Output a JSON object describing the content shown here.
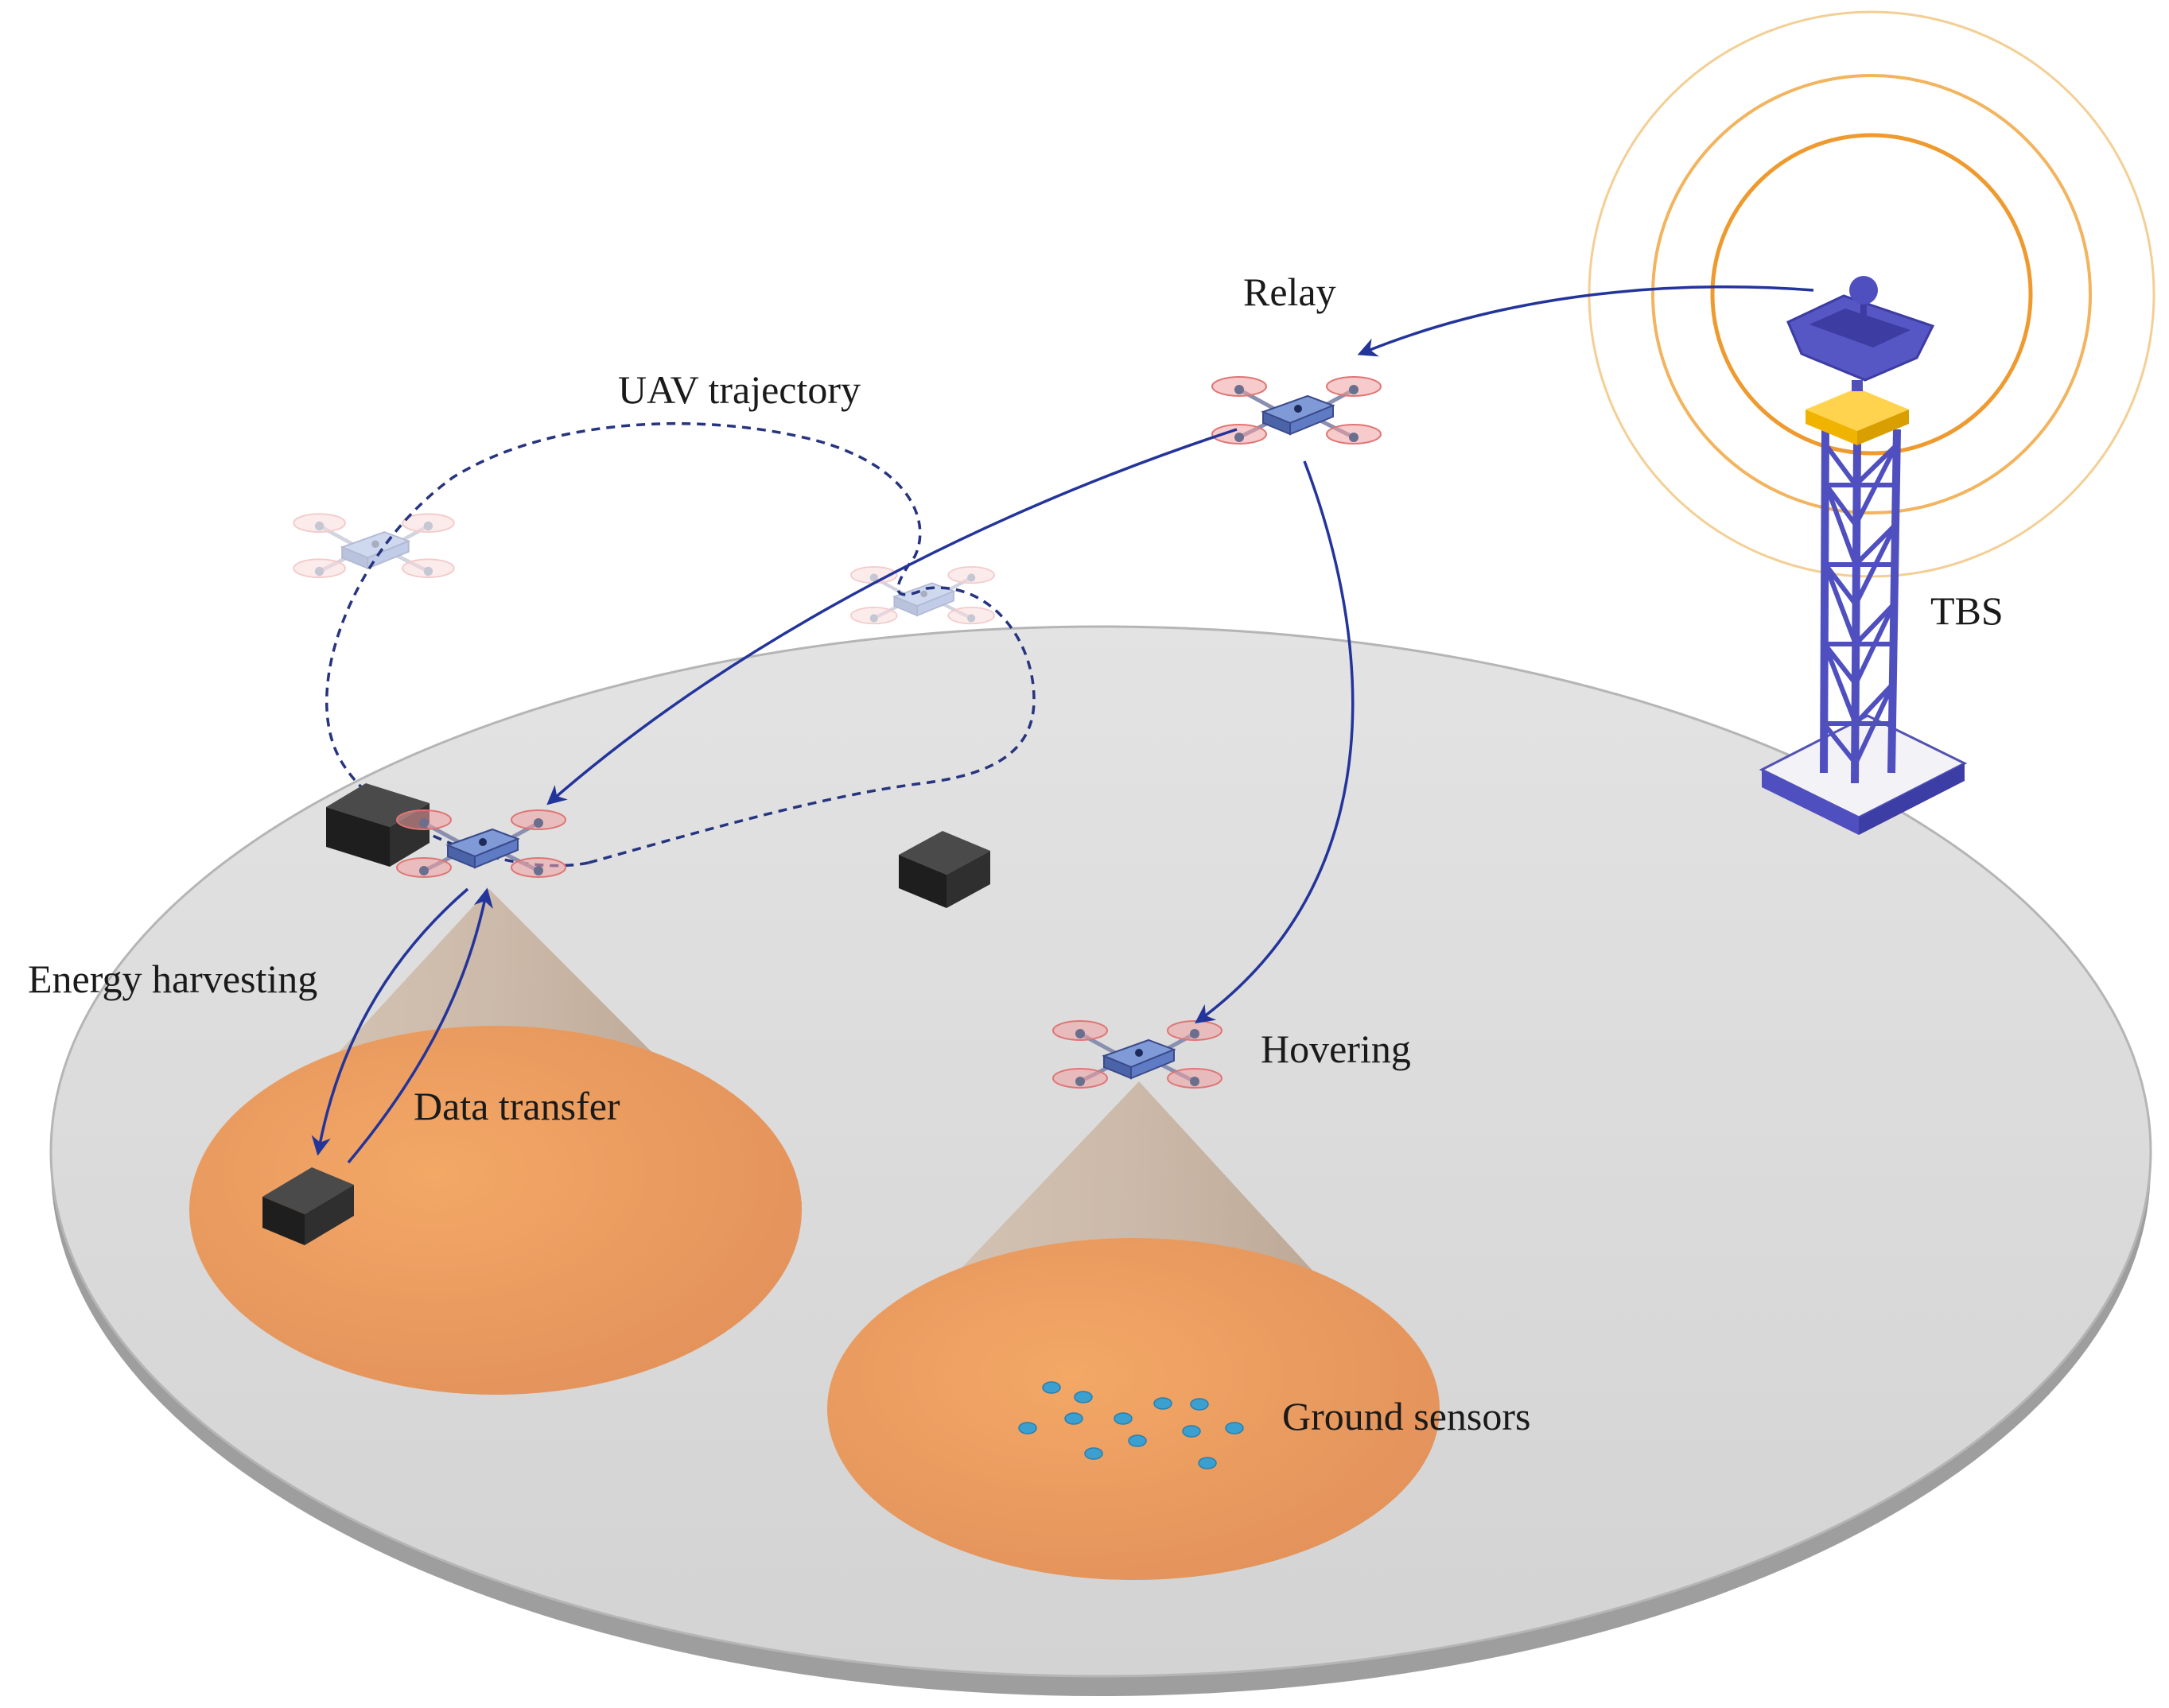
{
  "labels": {
    "relay": "Relay",
    "uav_trajectory": "UAV trajectory",
    "tbs": "TBS",
    "energy_harvesting": "Energy harvesting",
    "data_transfer": "Data transfer",
    "hovering": "Hovering",
    "ground_sensors": "Ground sensors"
  },
  "colors": {
    "ground_disk": "#dedede",
    "ground_disk_edge": "#9e9e9e",
    "coverage_cone_base": "#eea166",
    "link_arrow": "#23349a",
    "tower": "#4f4fbf",
    "tower_top": "#ffc21a",
    "signal_ring": "#f0a23a",
    "sensor": "#3b9fd0",
    "box": "#2a2a2a"
  }
}
